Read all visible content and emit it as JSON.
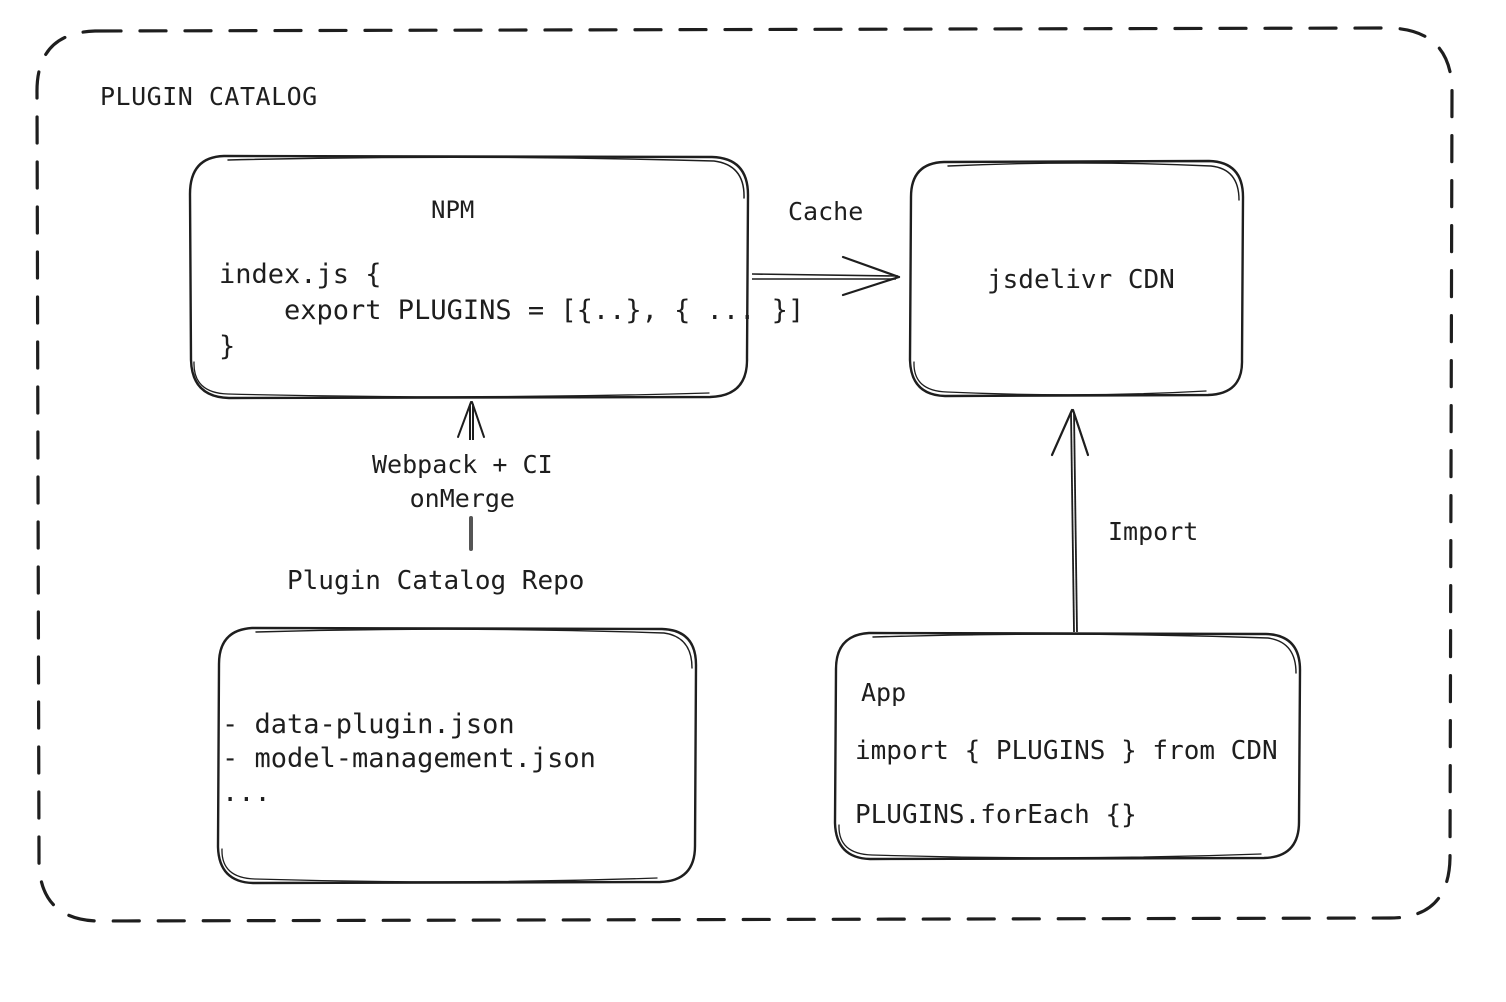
{
  "container": {
    "title": "PLUGIN CATALOG",
    "border_style": "dashed",
    "border_color": "#1e1e1e"
  },
  "colors": {
    "stroke": "#1e1e1e",
    "text": "#1e1e1e",
    "background": "#ffffff",
    "connector_gray": "#555555"
  },
  "nodes": {
    "npm": {
      "title": "NPM",
      "code": "index.js {\n    export PLUGINS = [{..}, { ... }]\n}"
    },
    "cdn": {
      "title": "jsdelivr CDN"
    },
    "repo": {
      "heading": "Plugin Catalog Repo",
      "files": "- data-plugin.json\n- model-management.json\n..."
    },
    "app": {
      "title": "App",
      "line1": "import { PLUGINS } from CDN",
      "line2": "PLUGINS.forEach {}"
    }
  },
  "edges": {
    "cache": {
      "label": "Cache",
      "from": "npm",
      "to": "cdn"
    },
    "import": {
      "label": "Import",
      "from": "app",
      "to": "cdn"
    },
    "build": {
      "label": "Webpack + CI\nonMerge",
      "from": "repo",
      "to": "npm"
    }
  }
}
